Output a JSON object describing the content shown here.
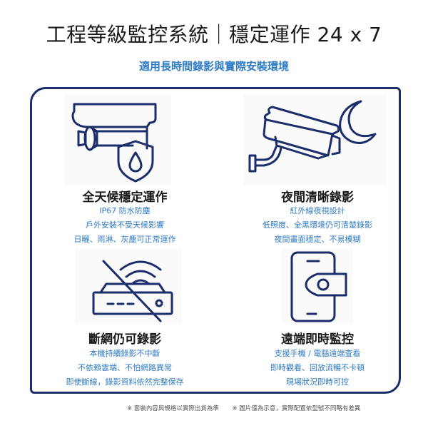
{
  "header": {
    "title": "工程等級監控系統｜穩定運作 24 x 7",
    "subtitle": "適用長時間錄影與實際安裝環境"
  },
  "colors": {
    "border": "#1b2d6b",
    "icon_stroke": "#1b2d6b",
    "accent_text": "#2f7bc4",
    "title_text": "#1a1a1a"
  },
  "features": [
    {
      "icon": "weatherproof-camera-shield-icon",
      "title": "全天候穩定運作",
      "lines": [
        "IP67 防水防塵",
        "戶外安裝不受天候影響",
        "日曬、雨淋、灰塵可正常運作"
      ]
    },
    {
      "icon": "night-vision-camera-moon-icon",
      "title": "夜間清晰錄影",
      "lines": [
        "紅外線夜視設計",
        "低照度、全黑環境仍可清楚錄影",
        "夜間畫面穩定、不易模糊"
      ]
    },
    {
      "icon": "offline-recorder-wifi-slash-icon",
      "title": "斷網仍可錄影",
      "lines": [
        "本機持續錄影不中斷",
        "不依賴雲端、不怕網路異常",
        "即使斷線，錄影資料依然完整保存"
      ]
    },
    {
      "icon": "remote-phone-view-icon",
      "title": "遠端即時監控",
      "lines": [
        "支援手機 / 電腦遠端查看",
        "即時觀看、回放流暢不卡頓",
        "現場狀況即時可控"
      ]
    }
  ],
  "footnotes": [
    "※ 套裝內容與規格以實際出貨為準",
    "※ 圖片僅為示意，實際配置依型號不同略有差異"
  ]
}
